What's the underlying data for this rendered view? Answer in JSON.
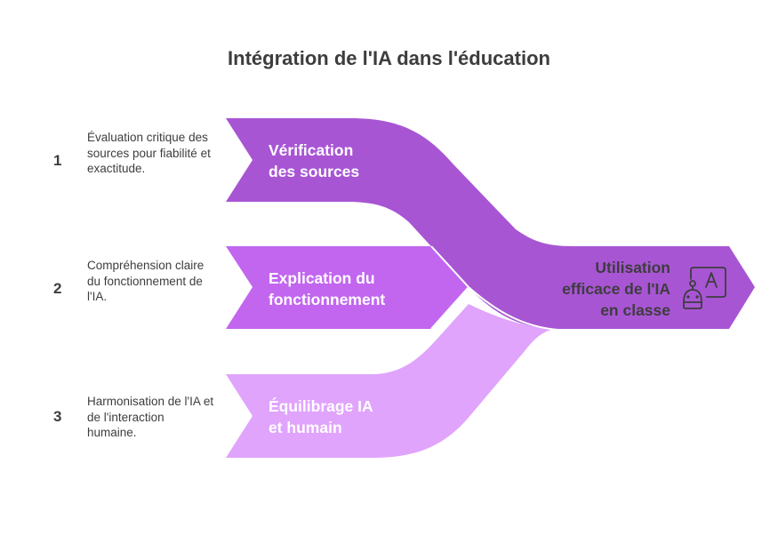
{
  "title": "Intégration de l'IA dans l'éducation",
  "colors": {
    "band_1": "#a855d4",
    "band_2": "#c266f0",
    "band_3": "#e0a4fc",
    "result": "#a855d4",
    "text_dark": "#3d3d3d",
    "text_light": "#ffffff"
  },
  "steps": [
    {
      "number": "1",
      "description": "Évaluation critique des sources pour fiabilité et exactitude.",
      "label_line1": "Vérification",
      "label_line2": "des sources"
    },
    {
      "number": "2",
      "description": "Compréhension claire du fonctionnement de l'IA.",
      "label_line1": "Explication du",
      "label_line2": "fonctionnement"
    },
    {
      "number": "3",
      "description": "Harmonisation de l'IA et de l'interaction humaine.",
      "label_line1": "Équilibrage IA",
      "label_line2": "et humain"
    }
  ],
  "result": {
    "line1": "Utilisation",
    "line2": "efficace de l'IA",
    "line3": "en classe",
    "icon": "ai-robot-classroom-icon"
  }
}
